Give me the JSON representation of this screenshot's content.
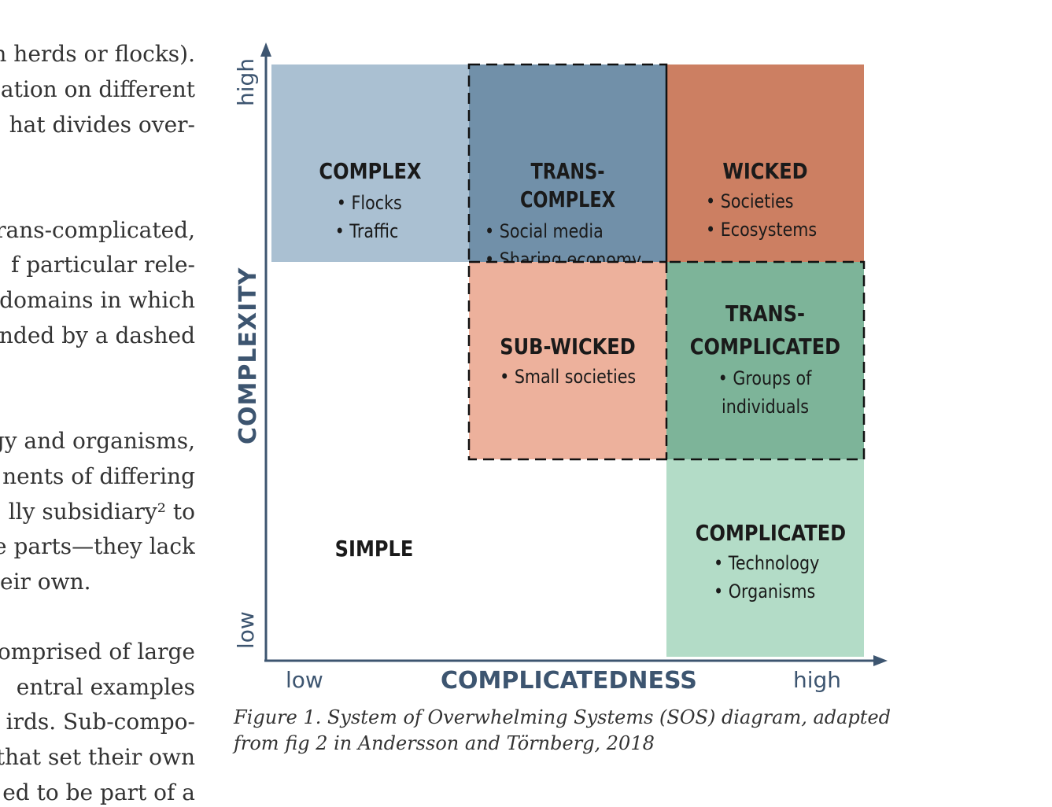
{
  "body_text": {
    "lines": [
      "n herds or flocks).",
      "ation on different",
      "hat divides over-",
      "rans-complicated,",
      "f particular rele-",
      "domains in which",
      "nded by a dashed",
      "gy and organisms,",
      "nents of differing",
      "lly subsidiary² to",
      "e parts—they lack",
      "eir own.",
      "omprised of large",
      "entral examples",
      "irds. Sub-compo-",
      "that set their own",
      "ed to be part of a"
    ]
  },
  "figure": {
    "quadrants": {
      "complex": {
        "title": "COMPLEX",
        "items": [
          "• Flocks",
          "• Traffic"
        ],
        "color": "#aac0d2"
      },
      "trans_complex": {
        "title": "TRANS-COMPLEX",
        "items": [
          "• Social media",
          "• Sharing economy"
        ],
        "color": "#7190a9"
      },
      "wicked": {
        "title": "WICKED",
        "items": [
          "• Societies",
          "• Ecosystems"
        ],
        "color": "#cc7f62"
      },
      "sub_wicked": {
        "title": "SUB-WICKED",
        "items": [
          "• Small societies"
        ],
        "color": "#edb19c"
      },
      "trans_complicated": {
        "title_line1": "TRANS-",
        "title_line2": "COMPLICATED",
        "items": [
          "• Groups of",
          "individuals"
        ],
        "color": "#7db499"
      },
      "simple": {
        "title": "SIMPLE"
      },
      "complicated": {
        "title": "COMPLICATED",
        "items": [
          "• Technology",
          "• Organisms"
        ],
        "color": "#b3dcc7"
      }
    },
    "axes": {
      "y_title": "COMPLEXITY",
      "y_high": "high",
      "y_low": "low",
      "x_title": "COMPLICATEDNESS",
      "x_low": "low",
      "x_high": "high",
      "color": "#3d5570"
    },
    "caption_line1": "Figure 1. System of Overwhelming Systems (SOS) diagram, adapted",
    "caption_line2": "from fig 2 in Andersson and Törnberg, 2018"
  }
}
